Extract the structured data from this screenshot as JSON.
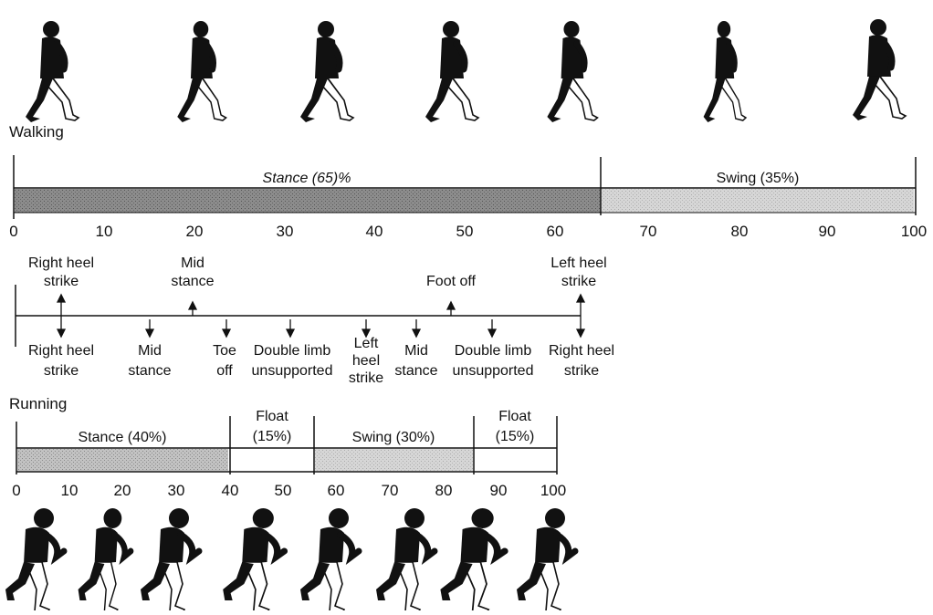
{
  "walking": {
    "title": "Walking",
    "stance_label": "Stance (65)%",
    "swing_label": "Swing (35%)",
    "phases": [
      {
        "name": "Stance",
        "start": 0,
        "end": 65
      },
      {
        "name": "Swing",
        "start": 65,
        "end": 100
      }
    ],
    "ticks": [
      "0",
      "10",
      "20",
      "30",
      "40",
      "50",
      "60",
      "70",
      "80",
      "90",
      "100"
    ],
    "figure_count": 7
  },
  "events": {
    "above": [
      {
        "lines": [
          "Right heel",
          "strike"
        ],
        "arrow": "both"
      },
      {
        "lines": [
          "Mid",
          "stance"
        ],
        "arrow": "up"
      },
      {
        "lines": [
          "Foot off"
        ],
        "arrow": "up"
      },
      {
        "lines": [
          "Left heel",
          "strike"
        ],
        "arrow": "both"
      }
    ],
    "below": [
      {
        "lines": [
          "Right heel",
          "strike"
        ]
      },
      {
        "lines": [
          "Mid",
          "stance"
        ]
      },
      {
        "lines": [
          "Toe",
          "off"
        ]
      },
      {
        "lines": [
          "Double limb",
          "unsupported"
        ]
      },
      {
        "lines": [
          "Left",
          "heel",
          "strike"
        ]
      },
      {
        "lines": [
          "Mid",
          "stance"
        ]
      },
      {
        "lines": [
          "Double limb",
          "unsupported"
        ]
      },
      {
        "lines": [
          "Right heel",
          "strike"
        ]
      }
    ]
  },
  "running": {
    "title": "Running",
    "segments": [
      {
        "lines": [
          "Stance (40%)"
        ],
        "start": 0,
        "end": 40,
        "fill": "shaded"
      },
      {
        "lines": [
          "Float",
          "(15%)"
        ],
        "start": 40,
        "end": 55,
        "fill": "none"
      },
      {
        "lines": [
          "Swing (30%)"
        ],
        "start": 55,
        "end": 85,
        "fill": "light"
      },
      {
        "lines": [
          "Float",
          "(15%)"
        ],
        "start": 85,
        "end": 100,
        "fill": "none"
      }
    ],
    "ticks": [
      "0",
      "10",
      "20",
      "30",
      "40",
      "50",
      "60",
      "70",
      "80",
      "90",
      "100"
    ],
    "figure_count": 8
  },
  "colors": {
    "ink": "#111111",
    "stance_fill": "#8c8c8c",
    "swing_fill": "#d4d4d4",
    "run_stance_fill": "#b8b8b8",
    "run_swing_fill": "#dedede"
  }
}
